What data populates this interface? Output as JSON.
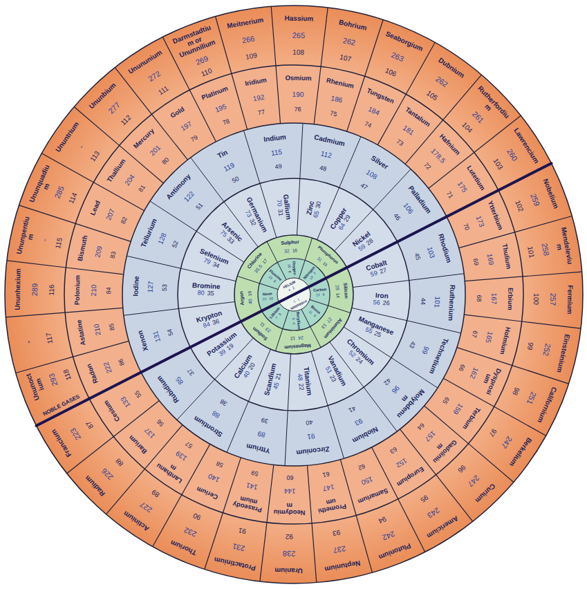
{
  "diagram": {
    "nodes": [
      {
        "text": [
          "HYDROGEN",
          "1",
          "1"
        ]
      },
      {
        "text": [
          "HELIUM",
          "4",
          "2"
        ]
      },
      {
        "text": [
          "Lithium",
          "7",
          "3"
        ]
      },
      {
        "text": [
          "Beryllium",
          "9",
          "4"
        ]
      },
      {
        "text": [
          "Boron",
          "11",
          "5"
        ]
      },
      {
        "text": [
          "Carbon",
          "12",
          "6"
        ]
      },
      {
        "text": [
          "Nitrogen",
          "14",
          "7"
        ]
      },
      {
        "text": [
          "Oxygen",
          "16",
          "8"
        ]
      },
      {
        "text": [
          "Fluorine",
          "19",
          "9"
        ]
      },
      {
        "text": [
          "Neon",
          "20",
          "10"
        ]
      },
      {
        "text": [
          "Sodium",
          "23",
          "11"
        ]
      },
      {
        "text": [
          "Magnesium",
          "24",
          "12"
        ]
      },
      {
        "text": [
          "Aluminium",
          "27",
          "13"
        ]
      },
      {
        "text": [
          "Silicon",
          "28",
          "14"
        ]
      },
      {
        "text": [
          "Phosphorus",
          "31",
          "15"
        ]
      },
      {
        "text": [
          "Sulphur",
          "32",
          "16"
        ]
      },
      {
        "text": [
          "Chlorine",
          "35.5",
          "17"
        ]
      },
      {
        "text": [
          "Argon",
          "40",
          "18"
        ]
      },
      {
        "text": [
          "Potassium",
          "39",
          "19"
        ]
      },
      {
        "text": [
          "Calcium",
          "40",
          "20"
        ]
      },
      {
        "text": [
          "Scandium",
          "45",
          "21"
        ]
      },
      {
        "text": [
          "Titanium",
          "48",
          "22"
        ]
      },
      {
        "text": [
          "Vanadium",
          "51",
          "23"
        ]
      },
      {
        "text": [
          "Chromium",
          "52",
          "24"
        ]
      },
      {
        "text": [
          "Manganese",
          "55",
          "25"
        ]
      },
      {
        "text": [
          "Iron",
          "56",
          "26"
        ]
      },
      {
        "text": [
          "Cobalt",
          "59",
          "27"
        ]
      },
      {
        "text": [
          "Nickel",
          "59",
          "28"
        ]
      },
      {
        "text": [
          "Copper",
          "64",
          "29"
        ]
      },
      {
        "text": [
          "Zinc",
          "65",
          "30"
        ]
      },
      {
        "text": [
          "Gallium",
          "70",
          "31"
        ]
      },
      {
        "text": [
          "Germanium",
          "73",
          "32"
        ]
      },
      {
        "text": [
          "Arsenic",
          "75",
          "33"
        ]
      },
      {
        "text": [
          "Selenium",
          "79",
          "34"
        ]
      },
      {
        "text": [
          "Bromine",
          "80",
          "35"
        ]
      },
      {
        "text": [
          "Krypton",
          "84",
          "36"
        ]
      },
      {
        "text": [
          "Rubidium",
          "85",
          "37"
        ]
      },
      {
        "text": [
          "Strontium",
          "88",
          "38"
        ]
      },
      {
        "text": [
          "Yttrium",
          "89",
          "39"
        ]
      },
      {
        "text": [
          "Zirconium",
          "91",
          "40"
        ]
      },
      {
        "text": [
          "Niobium",
          "93",
          "41"
        ]
      },
      {
        "text": [
          "Molybdenum",
          "96",
          "42"
        ]
      },
      {
        "text": [
          "Technetium",
          "99",
          "43"
        ]
      },
      {
        "text": [
          "Ruthenium",
          "101",
          "44"
        ]
      },
      {
        "text": [
          "Rhodium",
          "103",
          "45"
        ]
      },
      {
        "text": [
          "Palladium",
          "106",
          "46"
        ]
      },
      {
        "text": [
          "Silver",
          "108",
          "47"
        ]
      },
      {
        "text": [
          "Cadmium",
          "112",
          "48"
        ]
      },
      {
        "text": [
          "Indium",
          "115",
          "49"
        ]
      },
      {
        "text": [
          "Tin",
          "119",
          "50"
        ]
      },
      {
        "text": [
          "Antimony",
          "122",
          "51"
        ]
      },
      {
        "text": [
          "Tellurium",
          "128",
          "52"
        ]
      },
      {
        "text": [
          "Iodine",
          "127",
          "53"
        ]
      },
      {
        "text": [
          "Xenon",
          "131",
          "54"
        ]
      },
      {
        "text": [
          "Cesium",
          "133",
          "55"
        ]
      },
      {
        "text": [
          "Barium",
          "137",
          "56"
        ]
      },
      {
        "text": [
          "Lanthanum",
          "139",
          "57"
        ]
      },
      {
        "text": [
          "Cerium",
          "140",
          "58"
        ]
      },
      {
        "text": [
          "Praseodymium",
          "141",
          "59"
        ]
      },
      {
        "text": [
          "Neodymium",
          "144",
          "60"
        ]
      },
      {
        "text": [
          "Promethium",
          "147",
          "61"
        ]
      },
      {
        "text": [
          "Samarium",
          "150",
          "62"
        ]
      },
      {
        "text": [
          "Europium",
          "152",
          "63"
        ]
      },
      {
        "text": [
          "Gadolinium",
          "157",
          "64"
        ]
      },
      {
        "text": [
          "Terbium",
          "159",
          "65"
        ]
      },
      {
        "text": [
          "Dysprosium",
          "162",
          "66"
        ]
      },
      {
        "text": [
          "Holmium",
          "165",
          "67"
        ]
      },
      {
        "text": [
          "Erbium",
          "167",
          "68"
        ]
      },
      {
        "text": [
          "Thulium",
          "169",
          "69"
        ]
      },
      {
        "text": [
          "Ytterbium",
          "173",
          "70"
        ]
      },
      {
        "text": [
          "Lutetium",
          "175",
          "71"
        ]
      },
      {
        "text": [
          "Hafnium",
          "178.5",
          "72"
        ]
      },
      {
        "text": [
          "Tantalum",
          "181",
          "73"
        ]
      },
      {
        "text": [
          "Tungsten",
          "184",
          "74"
        ]
      },
      {
        "text": [
          "Rhenium",
          "186",
          "75"
        ]
      },
      {
        "text": [
          "Osmium",
          "190",
          "76"
        ]
      },
      {
        "text": [
          "Iridium",
          "192",
          "77"
        ]
      },
      {
        "text": [
          "Platinum",
          "195",
          "78"
        ]
      },
      {
        "text": [
          "Gold",
          "197",
          "79"
        ]
      },
      {
        "text": [
          "Mercury",
          "201",
          "80"
        ]
      },
      {
        "text": [
          "Thallium",
          "204",
          "81"
        ]
      },
      {
        "text": [
          "Lead",
          "207",
          "82"
        ]
      },
      {
        "text": [
          "Bismuth",
          "209",
          "83"
        ]
      },
      {
        "text": [
          "Polonium",
          "210",
          "84"
        ]
      },
      {
        "text": [
          "Astatine",
          "210",
          "85"
        ]
      },
      {
        "text": [
          "Radon",
          "222",
          "86"
        ]
      },
      {
        "text": [
          "Francium",
          "223",
          "87"
        ]
      },
      {
        "text": [
          "Radium",
          "226",
          "88"
        ]
      },
      {
        "text": [
          "Actinium",
          "227",
          "89"
        ]
      },
      {
        "text": [
          "Thorium",
          "232",
          "90"
        ]
      },
      {
        "text": [
          "Protactinium",
          "231",
          "91"
        ]
      },
      {
        "text": [
          "Uranium",
          "238",
          "92"
        ]
      },
      {
        "text": [
          "Neptunium",
          "237",
          "93"
        ]
      },
      {
        "text": [
          "Plutonium",
          "242",
          "94"
        ]
      },
      {
        "text": [
          "Americium",
          "243",
          "95"
        ]
      },
      {
        "text": [
          "Curium",
          "247",
          "96"
        ]
      },
      {
        "text": [
          "Berkelium",
          "247",
          "97"
        ]
      },
      {
        "text": [
          "Californium",
          "251",
          "98"
        ]
      },
      {
        "text": [
          "Einsteinium",
          "252",
          "99"
        ]
      },
      {
        "text": [
          "Fermium",
          "257",
          "100"
        ]
      },
      {
        "text": [
          "Mendelevium",
          "258",
          "101"
        ]
      },
      {
        "text": [
          "Nobelium",
          "259",
          "102"
        ]
      },
      {
        "text": [
          "Lawrencium",
          "260",
          "103"
        ]
      },
      {
        "text": [
          "Rutherfordium",
          "261",
          "104"
        ]
      },
      {
        "text": [
          "Dubnium",
          "262",
          "105"
        ]
      },
      {
        "text": [
          "Seaborgium",
          "263",
          "106"
        ]
      },
      {
        "text": [
          "Bohrium",
          "262",
          "107"
        ]
      },
      {
        "text": [
          "Hassium",
          "265",
          "108"
        ]
      },
      {
        "text": [
          "Meitnerium",
          "266",
          "109"
        ]
      },
      {
        "text": [
          "Darmstadtium or Ununnilium",
          "269",
          "110"
        ]
      },
      {
        "text": [
          "Unununium",
          "272",
          "111"
        ]
      },
      {
        "text": [
          "Ununbium",
          "277",
          "112"
        ]
      },
      {
        "text": [
          "Ununtrium",
          "-",
          "113"
        ]
      },
      {
        "text": [
          "Ununquadium",
          "285",
          "114"
        ]
      },
      {
        "text": [
          "Ununpentium",
          "-",
          "115"
        ]
      },
      {
        "text": [
          "Ununhexium",
          "289",
          "116"
        ]
      },
      {
        "text": [
          "-",
          "117"
        ]
      },
      {
        "text": [
          "Ununoctium",
          "293",
          "118"
        ]
      }
    ],
    "labels": [
      "NOBLE GASES"
    ]
  }
}
